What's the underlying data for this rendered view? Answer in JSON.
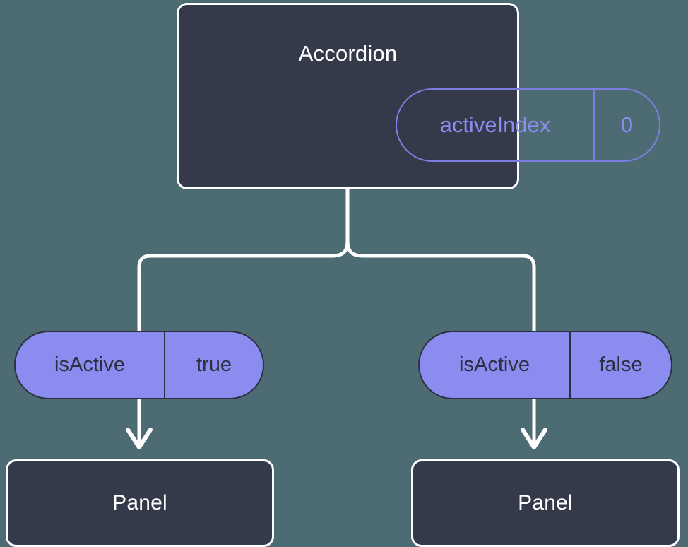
{
  "diagram": {
    "title_hidden": "React component tree: Accordion with isActive props",
    "background_color": "#4d6b73",
    "card_fill": "#343a4a",
    "card_border": "#ffffff",
    "accent_purple": "#8b8cf0",
    "accent_purple_stroke": "#7c7fe0",
    "pill_text_dark": "#2b3040",
    "wire_color": "#ffffff"
  },
  "root": {
    "label": "Accordion",
    "state": {
      "key": "activeIndex",
      "value": "0"
    }
  },
  "branches": [
    {
      "prop": {
        "key": "isActive",
        "value": "true"
      },
      "child": {
        "label": "Panel"
      }
    },
    {
      "prop": {
        "key": "isActive",
        "value": "false"
      },
      "child": {
        "label": "Panel"
      }
    }
  ]
}
